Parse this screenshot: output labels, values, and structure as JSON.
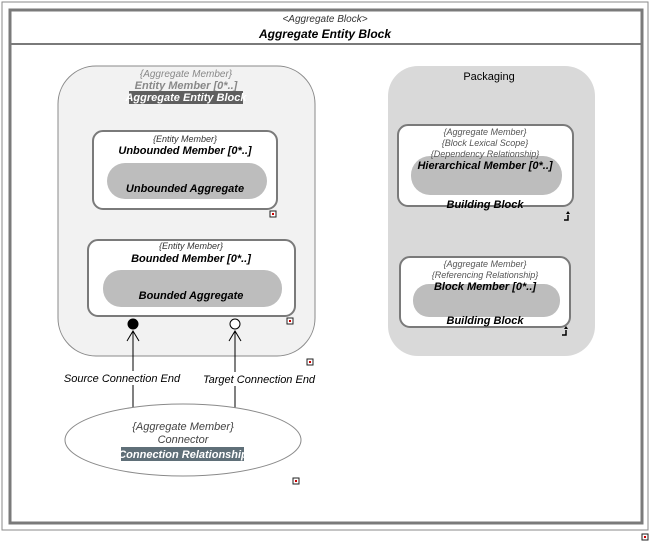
{
  "frame": {
    "stereotype": "<Aggregate Block>",
    "title": "Aggregate Entity Block"
  },
  "entity_member": {
    "stereotype": "{Aggregate Member}",
    "name": "Entity Member [0*..]",
    "type_label": "Aggregate Entity Block",
    "unbounded": {
      "stereotype": "{Entity Member}",
      "name": "Unbounded Member [0*..]",
      "inner": "Unbounded Aggregate"
    },
    "bounded": {
      "stereotype": "{Entity Member}",
      "name": "Bounded Member [0*..]",
      "inner": "Bounded Aggregate"
    }
  },
  "packaging": {
    "title": "Packaging",
    "hierarchical": {
      "stereotype_1": "{Aggregate Member}",
      "stereotype_2": "{Block Lexical Scope}",
      "stereotype_3": "{Dependency Relationship}",
      "name": "Hierarchical Member [0*..]",
      "type_label": "Building Block"
    },
    "block_member": {
      "stereotype_1": "{Aggregate Member}",
      "stereotype_2": "{Referencing Relationship}",
      "name": "Block Member [0*..]",
      "type_label": "Building Block"
    }
  },
  "connections": {
    "source_label": "Source Connection End",
    "target_label": "Target Connection End"
  },
  "connector": {
    "stereotype": "{Aggregate Member}",
    "name": "Connector",
    "type_label": "Connection Relationship"
  }
}
